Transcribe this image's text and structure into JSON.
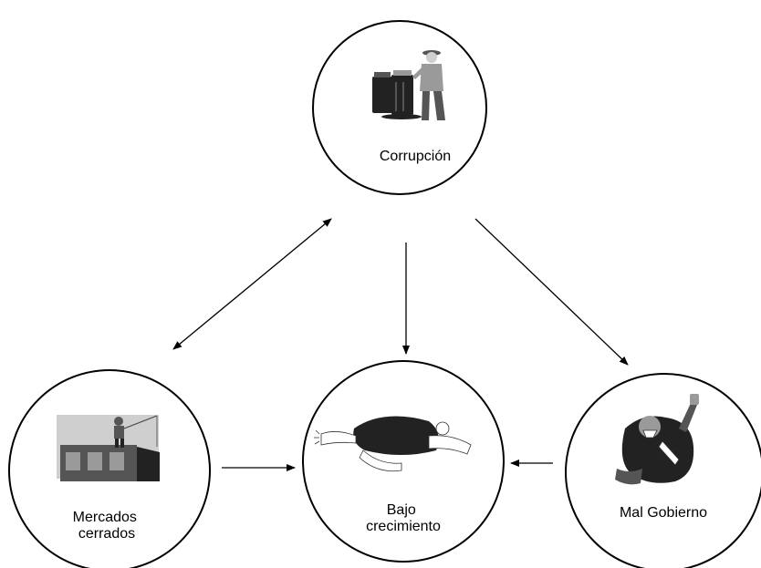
{
  "nodes": {
    "corrupcion": {
      "label_lines": [
        "Corrupción"
      ],
      "illustration": "worker-with-trash-cans-clipart"
    },
    "mercados": {
      "label_lines": [
        "Mercados",
        "cerrados"
      ],
      "illustration": "man-on-fenced-building-clipart"
    },
    "bajo": {
      "label_lines": [
        "Bajo",
        "crecimiento"
      ],
      "illustration": "collapsed-figure-clipart"
    },
    "gobierno": {
      "label_lines": [
        "Mal Gobierno"
      ],
      "illustration": "angry-politician-clipart"
    }
  },
  "edges": [
    {
      "from": "corrupcion",
      "to": "mercados",
      "direction": "both"
    },
    {
      "from": "corrupcion",
      "to": "bajo",
      "direction": "forward"
    },
    {
      "from": "corrupcion",
      "to": "gobierno",
      "direction": "forward"
    },
    {
      "from": "mercados",
      "to": "bajo",
      "direction": "forward"
    },
    {
      "from": "gobierno",
      "to": "bajo",
      "direction": "forward"
    }
  ],
  "colors": {
    "stroke": "#000000",
    "background": "#ffffff"
  }
}
